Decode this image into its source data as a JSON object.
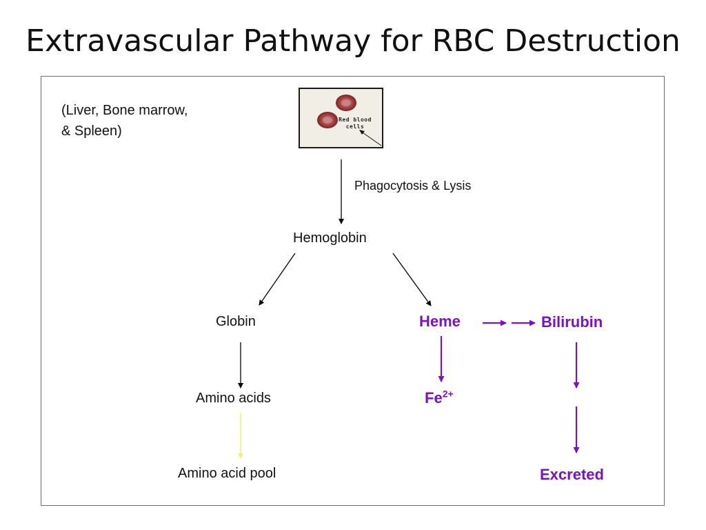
{
  "title": "Extravascular Pathway for RBC Destruction",
  "location_note": "(Liver, Bone marrow,\n& Spleen)",
  "image": {
    "label_line1": "Red blood",
    "label_line2": "cells"
  },
  "nodes": {
    "phagocytosis": "Phagocytosis & Lysis",
    "hemoglobin": "Hemoglobin",
    "globin": "Globin",
    "heme": "Heme",
    "bilirubin": "Bilirubin",
    "amino_acids": "Amino acids",
    "fe": "Fe",
    "fe_charge": "2+",
    "amino_acid_pool": "Amino acid pool",
    "excreted": "Excreted"
  },
  "colors": {
    "arrow_default": "#000000",
    "arrow_purple": "#7a12c4",
    "arrow_yellow": "#f5f06a",
    "text_purple": "#7a12c4"
  }
}
